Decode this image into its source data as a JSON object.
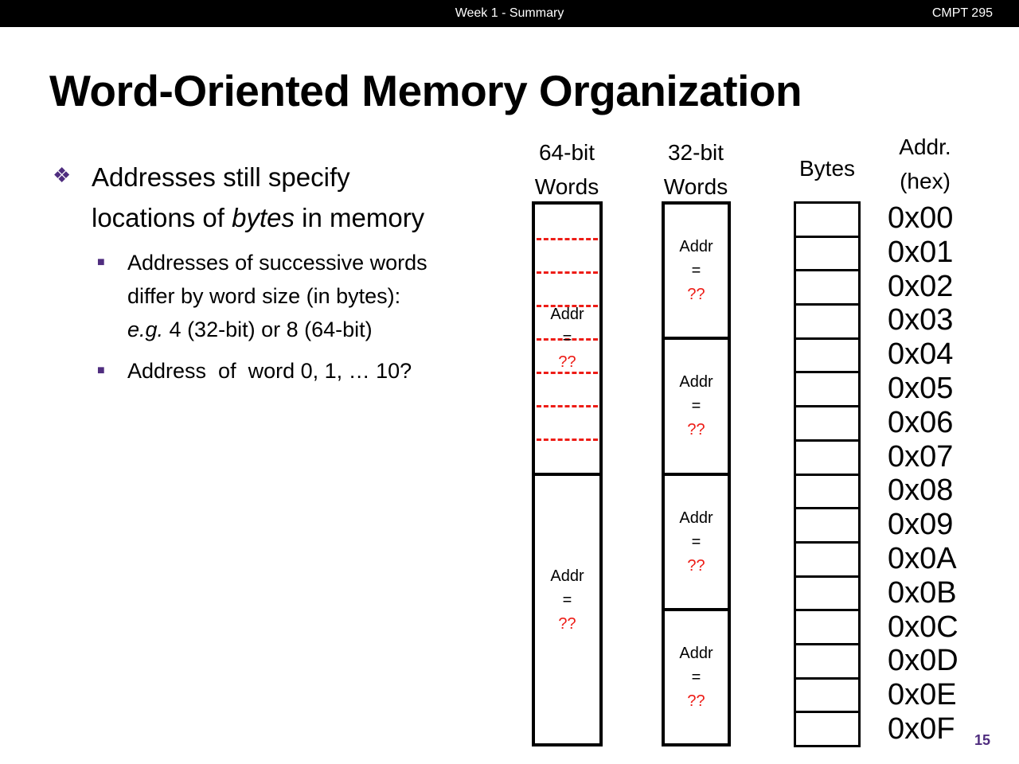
{
  "top_bar": {
    "center_label": "Week 1 - Summary",
    "right_label": "CMPT 295"
  },
  "slide": {
    "title": "Word-Oriented Memory Organization",
    "page_number": "15"
  },
  "bullets": {
    "main": {
      "marker": "❖",
      "lines": [
        [
          {
            "t": "Addresses still specify"
          }
        ],
        [
          {
            "t": "locations of "
          },
          {
            "t": "bytes",
            "i": true
          },
          {
            "t": " in memory"
          }
        ]
      ]
    },
    "subs": [
      {
        "marker": "■",
        "lines": [
          [
            {
              "t": "Addresses of successive words"
            }
          ],
          [
            {
              "t": "differ by word size (in bytes):"
            }
          ],
          [
            {
              "t": "e.g.",
              "i": true
            },
            {
              "t": " 4 (32-bit) or 8 (64-bit)"
            }
          ]
        ]
      },
      {
        "marker": "■",
        "lines": [
          [
            {
              "t": "Address  of  word 0, 1, … 10?"
            }
          ]
        ]
      }
    ]
  },
  "diagram": {
    "headers": {
      "word64": [
        "64-bit",
        "Words"
      ],
      "word32": [
        "32-bit",
        "Words"
      ],
      "bytes": "Bytes",
      "addr": [
        "Addr.",
        "(hex)"
      ]
    },
    "word64_boxes": [
      {
        "label": [
          {
            "t": "Addr"
          },
          {
            "t": "="
          },
          {
            "t": "??",
            "red": true
          }
        ],
        "byte_dividers_dashed": 7
      },
      {
        "label": [
          {
            "t": "Addr"
          },
          {
            "t": "="
          },
          {
            "t": "??",
            "red": true
          }
        ],
        "byte_dividers_dashed": 0
      }
    ],
    "word32_boxes": [
      {
        "label": [
          {
            "t": "Addr"
          },
          {
            "t": "="
          },
          {
            "t": "??",
            "red": true
          }
        ]
      },
      {
        "label": [
          {
            "t": "Addr"
          },
          {
            "t": "="
          },
          {
            "t": "??",
            "red": true
          }
        ]
      },
      {
        "label": [
          {
            "t": "Addr"
          },
          {
            "t": "="
          },
          {
            "t": "??",
            "red": true
          }
        ]
      },
      {
        "label": [
          {
            "t": "Addr"
          },
          {
            "t": "="
          },
          {
            "t": "??",
            "red": true
          }
        ]
      }
    ],
    "byte_cells": 16,
    "addresses": [
      "0x00",
      "0x01",
      "0x02",
      "0x03",
      "0x04",
      "0x05",
      "0x06",
      "0x07",
      "0x08",
      "0x09",
      "0x0A",
      "0x0B",
      "0x0C",
      "0x0D",
      "0x0E",
      "0x0F"
    ]
  },
  "colors": {
    "accent_purple": "#4f2d7f",
    "annotation_red": "#ed1c16",
    "bar_black": "#000000"
  }
}
